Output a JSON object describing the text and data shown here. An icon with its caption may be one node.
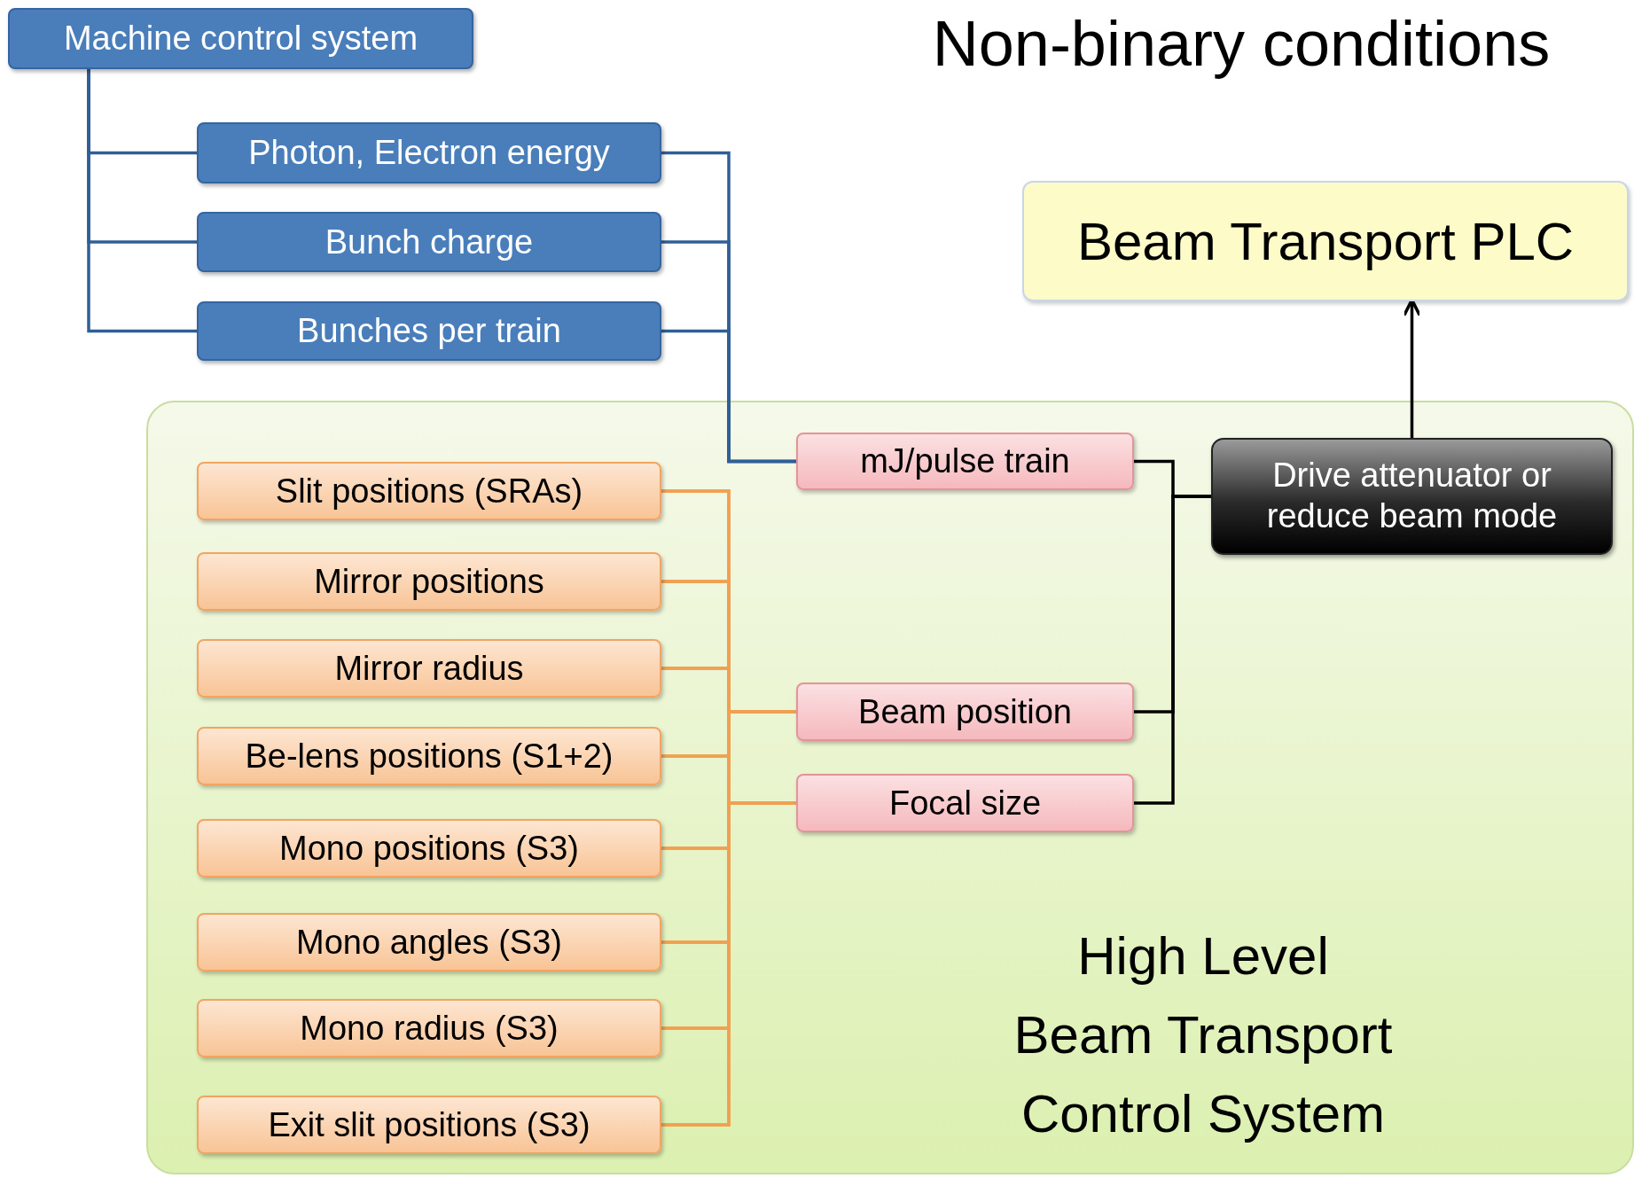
{
  "diagram": {
    "title": "Non-binary conditions",
    "nodes": [
      {
        "text": [
          "Machine control system"
        ]
      },
      {
        "text": [
          "Photon, Electron energy"
        ]
      },
      {
        "text": [
          "Bunch charge"
        ]
      },
      {
        "text": [
          "Bunches per train"
        ]
      },
      {
        "text": [
          "Beam Transport PLC"
        ]
      },
      {
        "text": [
          "High Level Beam Transport Control System"
        ]
      },
      {
        "text": [
          "mJ/pulse train"
        ],
        "in": 5
      },
      {
        "text": [
          "Drive attenuator or reduce beam mode"
        ],
        "in": 5
      },
      {
        "text": [
          "Slit positions (SRAs)"
        ],
        "in": 5
      },
      {
        "text": [
          "Mirror positions"
        ],
        "in": 5
      },
      {
        "text": [
          "Mirror radius"
        ],
        "in": 5
      },
      {
        "text": [
          "Be-lens positions (S1+2)"
        ],
        "in": 5
      },
      {
        "text": [
          "Mono positions (S3)"
        ],
        "in": 5
      },
      {
        "text": [
          "Mono angles (S3)"
        ],
        "in": 5
      },
      {
        "text": [
          "Mono radius (S3)"
        ],
        "in": 5
      },
      {
        "text": [
          "Exit slit positions (S3)"
        ],
        "in": 5
      },
      {
        "text": [
          "Beam position"
        ],
        "in": 5
      },
      {
        "text": [
          "Focal size"
        ],
        "in": 5
      }
    ],
    "edges": [
      {
        "from": 0,
        "to": 1,
        "arrow": "none",
        "color": "#2f5f96"
      },
      {
        "from": 0,
        "to": 2,
        "arrow": "none",
        "color": "#2f5f96"
      },
      {
        "from": 0,
        "to": 3,
        "arrow": "none",
        "color": "#2f5f96"
      },
      {
        "from": 1,
        "to": 6,
        "arrow": "none",
        "color": "#2f5f96"
      },
      {
        "from": 2,
        "to": 6,
        "arrow": "none",
        "color": "#2f5f96"
      },
      {
        "from": 3,
        "to": 6,
        "arrow": "none",
        "color": "#2f5f96"
      },
      {
        "from": 8,
        "to": 16,
        "arrow": "none"
      },
      {
        "from": 9,
        "to": 16,
        "arrow": "none"
      },
      {
        "from": 10,
        "to": 16,
        "arrow": "none"
      },
      {
        "from": 11,
        "to": 16,
        "arrow": "none"
      },
      {
        "from": 12,
        "to": 16,
        "arrow": "none"
      },
      {
        "from": 13,
        "to": 16,
        "arrow": "none"
      },
      {
        "from": 14,
        "to": 16,
        "arrow": "none"
      },
      {
        "from": 15,
        "to": 16,
        "arrow": "none"
      },
      {
        "from": 8,
        "to": 17,
        "arrow": "none"
      },
      {
        "from": 9,
        "to": 17,
        "arrow": "none"
      },
      {
        "from": 10,
        "to": 17,
        "arrow": "none"
      },
      {
        "from": 11,
        "to": 17,
        "arrow": "none"
      },
      {
        "from": 12,
        "to": 17,
        "arrow": "none"
      },
      {
        "from": 13,
        "to": 17,
        "arrow": "none"
      },
      {
        "from": 14,
        "to": 17,
        "arrow": "none"
      },
      {
        "from": 15,
        "to": 17,
        "arrow": "none"
      },
      {
        "from": 6,
        "to": 7,
        "arrow": "none",
        "color": "#000000"
      },
      {
        "from": 16,
        "to": 7,
        "arrow": "none",
        "color": "#000000"
      },
      {
        "from": 17,
        "to": 7,
        "arrow": "none",
        "color": "#000000"
      },
      {
        "from": 7,
        "to": 4,
        "arrow": "to",
        "color": "#000000"
      }
    ]
  }
}
